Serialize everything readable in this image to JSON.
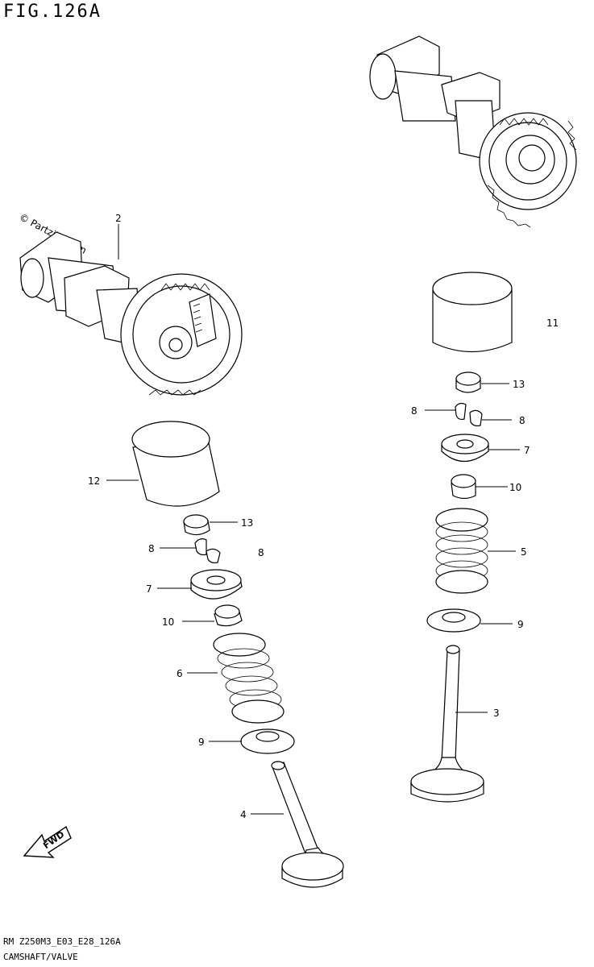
{
  "header": {
    "title": "FIG.126A"
  },
  "footer": {
    "model_code": "RM Z250M3_E03_E28_126A",
    "section_name": "CAMSHAFT/VALVE"
  },
  "watermark": "© Partzilla.com",
  "callouts": [
    {
      "id": "c2",
      "label": "2"
    },
    {
      "id": "c11",
      "label": "11"
    },
    {
      "id": "c13a",
      "label": "13"
    },
    {
      "id": "c8a",
      "label": "8"
    },
    {
      "id": "c8b",
      "label": "8"
    },
    {
      "id": "c7a",
      "label": "7"
    },
    {
      "id": "c10a",
      "label": "10"
    },
    {
      "id": "c5",
      "label": "5"
    },
    {
      "id": "c9a",
      "label": "9"
    },
    {
      "id": "c3",
      "label": "3"
    },
    {
      "id": "c12",
      "label": "12"
    },
    {
      "id": "c13b",
      "label": "13"
    },
    {
      "id": "c8c",
      "label": "8"
    },
    {
      "id": "c8d",
      "label": "8"
    },
    {
      "id": "c7b",
      "label": "7"
    },
    {
      "id": "c10b",
      "label": "10"
    },
    {
      "id": "c6",
      "label": "6"
    },
    {
      "id": "c9b",
      "label": "9"
    },
    {
      "id": "c4",
      "label": "4"
    }
  ],
  "fwd_badge": "FWD"
}
